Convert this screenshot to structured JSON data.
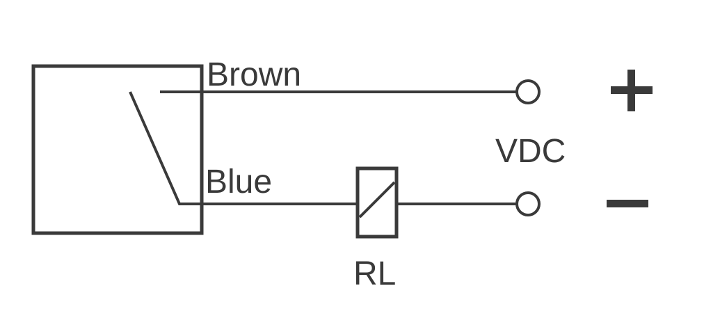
{
  "labels": {
    "brown": "Brown",
    "blue": "Blue",
    "supply": "VDC",
    "relay": "RL"
  },
  "icons": {
    "positive": "plus-sign-icon",
    "negative": "minus-sign-icon"
  },
  "colors": {
    "line": "#3a3a3a",
    "background": "#ffffff"
  }
}
